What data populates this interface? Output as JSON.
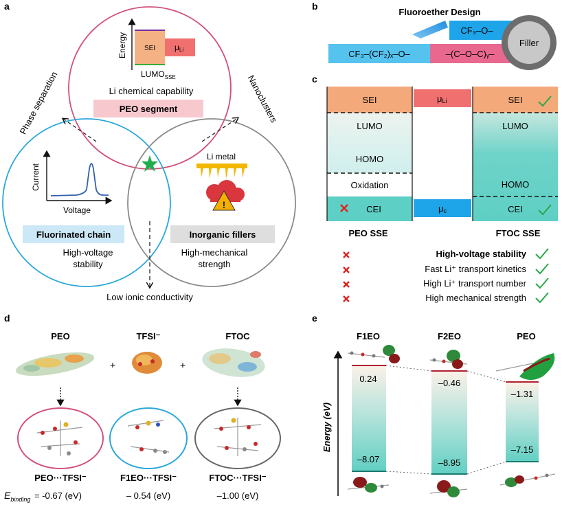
{
  "panel_a": {
    "label": "a",
    "energy_label": "Energy",
    "sei": "SEI",
    "mu_li_main": "μ",
    "mu_li_sub": "Li",
    "lumo_main": "LUMO",
    "lumo_sub": "SSE",
    "li_capability": "Li chemical capability",
    "peo_segment": "PEO segment",
    "phase_separation": "Phase separation",
    "nanoclusters": "Nanoclusters",
    "current": "Current",
    "voltage": "Voltage",
    "li_metal": "Li metal",
    "fluorinated_chain": "Fluorinated chain",
    "inorganic_fillers": "Inorganic fillers",
    "hv_line1": "High-voltage",
    "hv_line2": "stability",
    "hm_line1": "High-mechanical",
    "hm_line2": "strength",
    "low_ionic": "Low ionic conductivity"
  },
  "panel_b": {
    "label": "b",
    "title": "Fluoroether Design",
    "cf3o": "CF₃–O–",
    "chain": "CF₃–(CF₂)ₓ–O–",
    "coc": "–(C–O–C)ᵧ–",
    "filler": "Filler"
  },
  "panel_c": {
    "label": "c",
    "sei": "SEI",
    "lumo": "LUMO",
    "homo": "HOMO",
    "oxidation": "Oxidation",
    "cei": "CEI",
    "mu_li_main": "μ",
    "mu_li_sub": "Li",
    "mu_c_main": "μ",
    "mu_c_sub": "c",
    "peo_sse": "PEO SSE",
    "ftoc_sse": "FTOC SSE",
    "properties": [
      "High-voltage stability",
      "Fast Li⁺ transport kinetics",
      "High Li⁺ transport number",
      "High mechanical strength"
    ],
    "colors": {
      "sei": "#f4a97a",
      "homo": "#5ecfc4",
      "cross": "#e02020",
      "check": "#2aa84a"
    }
  },
  "panel_d": {
    "label": "d",
    "peo": "PEO",
    "tfsi": "TFSI⁻",
    "ftoc": "FTOC",
    "plus": "+",
    "complex_peo": "PEO···TFSI⁻",
    "complex_f1eo": "F1EO···TFSI⁻",
    "complex_ftoc": "FTOC···TFSI⁻",
    "e_binding_main": "E",
    "e_binding_sub": "binding",
    "val_peo": "= -0.67 (eV)",
    "val_f1eo": "– 0.54 (eV)",
    "val_ftoc": "–1.00 (eV)"
  },
  "panel_e": {
    "label": "e",
    "axis_label": "Energy (eV)",
    "columns": [
      "F1EO",
      "F2EO",
      "PEO"
    ],
    "lumo": [
      "0.24",
      "–0.46",
      "–1.31"
    ],
    "homo": [
      "–8.07",
      "–8.95",
      "–7.15"
    ]
  }
}
